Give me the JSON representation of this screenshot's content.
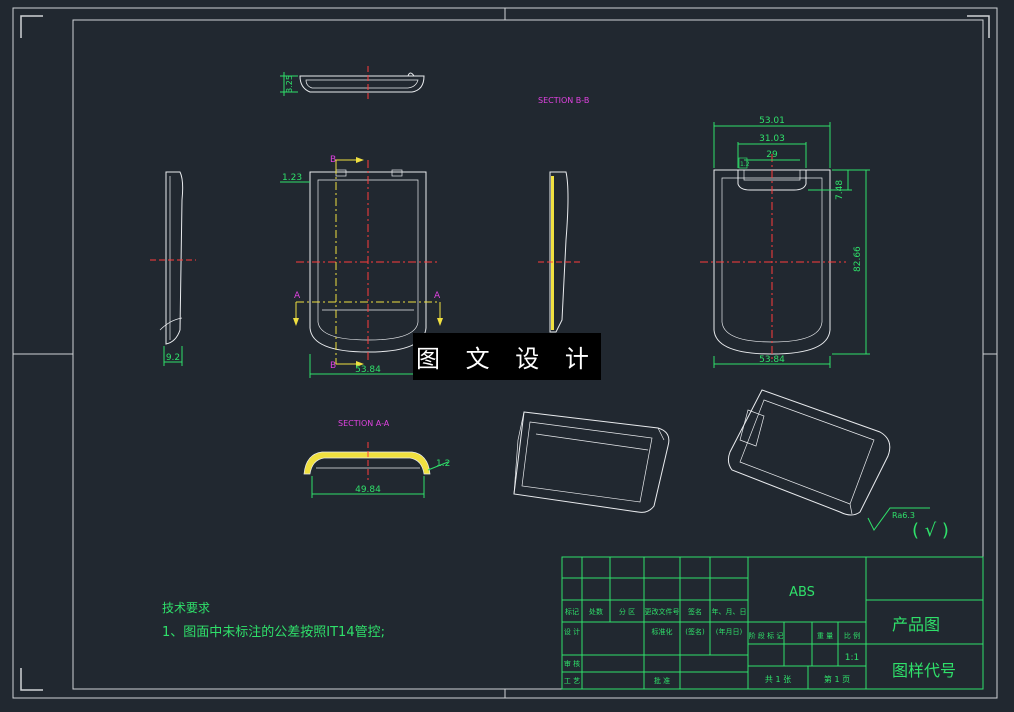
{
  "colors": {
    "background": "#212830",
    "frame": "#cfd2d6",
    "outline": "#e9ebee",
    "center_line": "#ff3b3b",
    "dimension": "#2fe06a",
    "section_label": "#e042e0",
    "section_arrow": "#f0e040",
    "hatch": "#f0e040"
  },
  "labels": {
    "section_bb": "SECTION B-B",
    "section_aa": "SECTION A-A",
    "cut_b_top": "B",
    "cut_b_bottom": "B",
    "cut_a_left": "A",
    "cut_a_right": "A"
  },
  "dimensions": {
    "top_thickness": "3.25",
    "side_width": "9.2",
    "front_wall": "1.23",
    "front_width": "53.84",
    "section_width": "49.84",
    "section_wall": "1.2",
    "back_outer": "53.01",
    "back_middle": "31.03",
    "back_slot": "29",
    "back_slot_depth": "1.2",
    "back_notch_height": "7.48",
    "back_height": "82.66",
    "back_width": "53.84"
  },
  "roughness": {
    "value": "Ra6.3",
    "suffix": "( √ )"
  },
  "notes": {
    "heading": "技术要求",
    "line1": "1、图面中未标注的公差按照IT14管控;"
  },
  "title_block": {
    "material": "ABS",
    "part_name": "产品图",
    "drawing_code": "图样代号",
    "scale": "1:1",
    "headers": [
      "标记",
      "处数",
      "分 区",
      "更改文件号",
      "签名",
      "年、月、日"
    ],
    "design": "设 计",
    "standardize": "标准化",
    "sign": "(签名)",
    "date": "(年月日)",
    "stage_headers": [
      "阶 段 标 记",
      "重 量",
      "比 例"
    ],
    "review": "审 核",
    "process": "工 艺",
    "approve": "批 准",
    "total_sheets": "共 1 张",
    "sheet_no": "第 1 页"
  },
  "watermark": "图 文 设 计"
}
